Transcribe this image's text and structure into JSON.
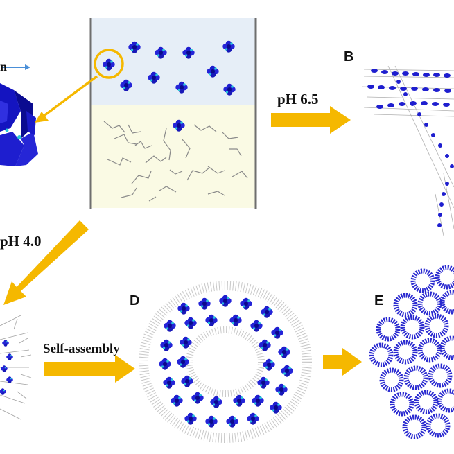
{
  "labels": {
    "top_left_fragment": "n",
    "ph_high": "pH 6.5",
    "ph_low": "pH 4.0",
    "self_assembly": "Self-assembly",
    "panel_b": "B",
    "panel_d": "D",
    "panel_e": "E"
  },
  "colors": {
    "arrow": "#F5B800",
    "cluster_blue": "#1E1ECF",
    "cluster_dark": "#0A0A8A",
    "cluster_cyan": "#29C6D9",
    "chain_gray": "#8A8A8A",
    "water_top": "#E6EEF7",
    "oil_bottom": "#FAFAE4",
    "beaker_wall": "#6E6E6E",
    "small_arrow": "#4A8FD8"
  },
  "icons": {
    "arrow": "thick-block-arrow",
    "cluster": "polyoxometalate-cluster-glyph",
    "surfactant": "surfactant-chain-glyph"
  }
}
